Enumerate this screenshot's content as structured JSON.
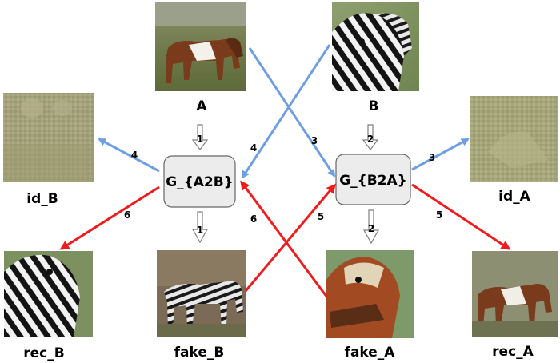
{
  "images": {
    "A": "A",
    "B": "B",
    "id_B": "id_B",
    "id_A": "id_A",
    "fake_B": "fake_B",
    "fake_A": "fake_A",
    "rec_B": "rec_B",
    "rec_A": "rec_A"
  },
  "generators": {
    "a2b": "G_{A2B}",
    "b2a": "G_{B2A}"
  },
  "steps": {
    "s1a": "1",
    "s1b": "1",
    "s2a": "2",
    "s2b": "2",
    "s3a": "3",
    "s3b": "3",
    "s4a": "4",
    "s4b": "4",
    "s5a": "5",
    "s5b": "5",
    "s6a": "6",
    "s6b": "6"
  },
  "colors": {
    "blue_arrow": "#6e9fe3",
    "red_arrow": "#ee1c1c",
    "gray_arrow": "#7f7f7f",
    "generator_fill": "#ececec"
  }
}
